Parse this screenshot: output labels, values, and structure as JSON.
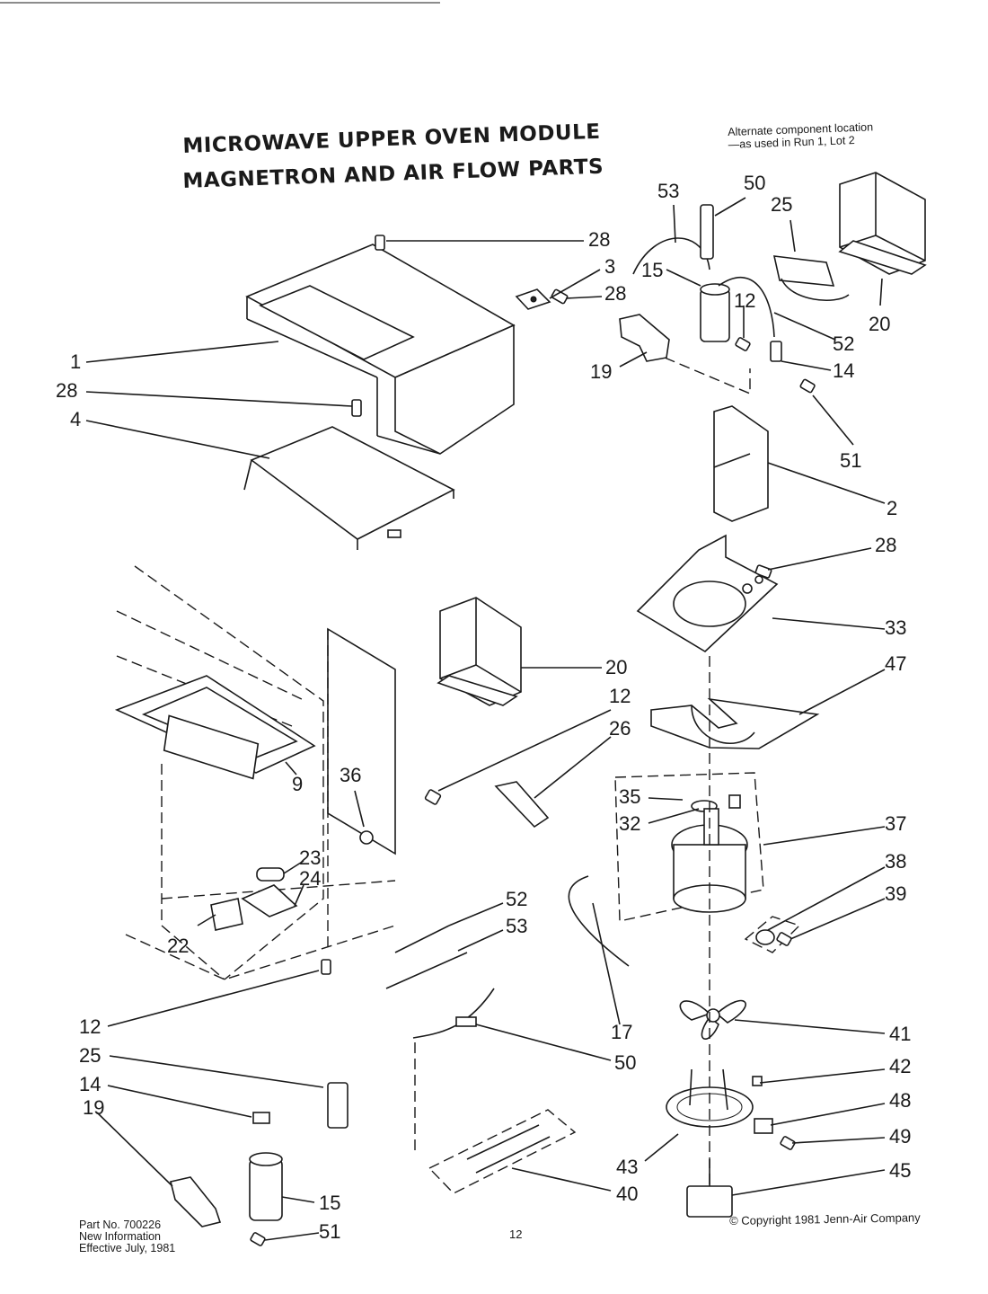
{
  "title": {
    "line1": "MICROWAVE UPPER OVEN MODULE",
    "line2": "MAGNETRON AND AIR FLOW PARTS"
  },
  "note": {
    "line1": "Alternate component location",
    "line2": "—as used in Run 1, Lot 2"
  },
  "footer": {
    "part_no": "Part No. 700226",
    "info": "New Information",
    "effective": "Effective July, 1981",
    "page": "12",
    "copyright": "© Copyright 1981 Jenn-Air Company"
  },
  "callouts": [
    {
      "id": "c-28-a",
      "text": "28"
    },
    {
      "id": "c-3",
      "text": "3"
    },
    {
      "id": "c-28-b",
      "text": "28"
    },
    {
      "id": "c-1",
      "text": "1"
    },
    {
      "id": "c-28-c",
      "text": "28"
    },
    {
      "id": "c-4",
      "text": "4"
    },
    {
      "id": "c-53-a",
      "text": "53"
    },
    {
      "id": "c-50-a",
      "text": "50"
    },
    {
      "id": "c-25-a",
      "text": "25"
    },
    {
      "id": "c-15-a",
      "text": "15"
    },
    {
      "id": "c-12-a",
      "text": "12"
    },
    {
      "id": "c-52-a",
      "text": "52"
    },
    {
      "id": "c-20-a",
      "text": "20"
    },
    {
      "id": "c-19-a",
      "text": "19"
    },
    {
      "id": "c-14-a",
      "text": "14"
    },
    {
      "id": "c-51-a",
      "text": "51"
    },
    {
      "id": "c-2",
      "text": "2"
    },
    {
      "id": "c-28-d",
      "text": "28"
    },
    {
      "id": "c-33",
      "text": "33"
    },
    {
      "id": "c-47",
      "text": "47"
    },
    {
      "id": "c-20-b",
      "text": "20"
    },
    {
      "id": "c-12-b",
      "text": "12"
    },
    {
      "id": "c-26",
      "text": "26"
    },
    {
      "id": "c-35",
      "text": "35"
    },
    {
      "id": "c-32",
      "text": "32"
    },
    {
      "id": "c-37",
      "text": "37"
    },
    {
      "id": "c-36",
      "text": "36"
    },
    {
      "id": "c-9",
      "text": "9"
    },
    {
      "id": "c-23",
      "text": "23"
    },
    {
      "id": "c-24",
      "text": "24"
    },
    {
      "id": "c-38",
      "text": "38"
    },
    {
      "id": "c-39",
      "text": "39"
    },
    {
      "id": "c-52-b",
      "text": "52"
    },
    {
      "id": "c-53-b",
      "text": "53"
    },
    {
      "id": "c-22",
      "text": "22"
    },
    {
      "id": "c-17",
      "text": "17"
    },
    {
      "id": "c-41",
      "text": "41"
    },
    {
      "id": "c-12-c",
      "text": "12"
    },
    {
      "id": "c-50-b",
      "text": "50"
    },
    {
      "id": "c-25-b",
      "text": "25"
    },
    {
      "id": "c-42",
      "text": "42"
    },
    {
      "id": "c-14-b",
      "text": "14"
    },
    {
      "id": "c-48",
      "text": "48"
    },
    {
      "id": "c-19-b",
      "text": "19"
    },
    {
      "id": "c-49",
      "text": "49"
    },
    {
      "id": "c-43",
      "text": "43"
    },
    {
      "id": "c-45",
      "text": "45"
    },
    {
      "id": "c-15-b",
      "text": "15"
    },
    {
      "id": "c-40",
      "text": "40"
    },
    {
      "id": "c-51-b",
      "text": "51"
    }
  ]
}
